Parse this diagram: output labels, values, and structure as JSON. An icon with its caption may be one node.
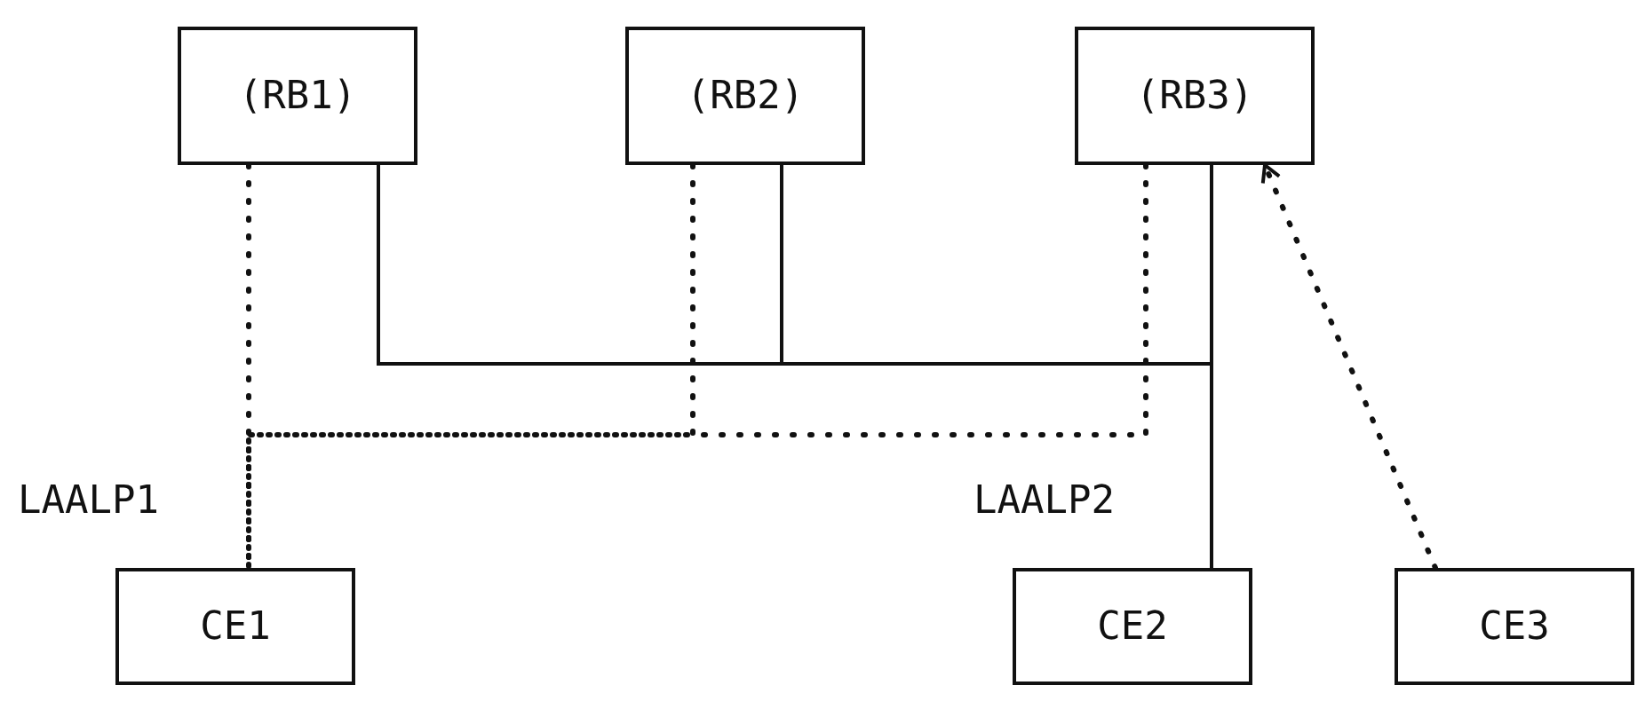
{
  "diagram": {
    "nodes": [
      {
        "text": [
          "(RB1)"
        ]
      },
      {
        "text": [
          "(RB2)"
        ]
      },
      {
        "text": [
          "(RB3)"
        ]
      },
      {
        "text": [
          "CE1"
        ]
      },
      {
        "text": [
          "CE2"
        ]
      },
      {
        "text": [
          "CE3"
        ]
      }
    ],
    "edges": [
      {
        "from": 0,
        "to": 3,
        "arrow": "none",
        "style": "dashed"
      },
      {
        "from": 1,
        "to": 3,
        "arrow": "none",
        "style": "dashed"
      },
      {
        "from": 2,
        "to": 3,
        "arrow": "none",
        "style": "dashed"
      },
      {
        "from": 0,
        "to": 4,
        "arrow": "none"
      },
      {
        "from": 1,
        "to": 4,
        "arrow": "none"
      },
      {
        "from": 2,
        "to": 4,
        "arrow": "none"
      },
      {
        "from": 5,
        "to": 2,
        "arrow": "to",
        "style": "dashed"
      }
    ],
    "labels": [
      "LAALP1",
      "LAALP2"
    ]
  }
}
